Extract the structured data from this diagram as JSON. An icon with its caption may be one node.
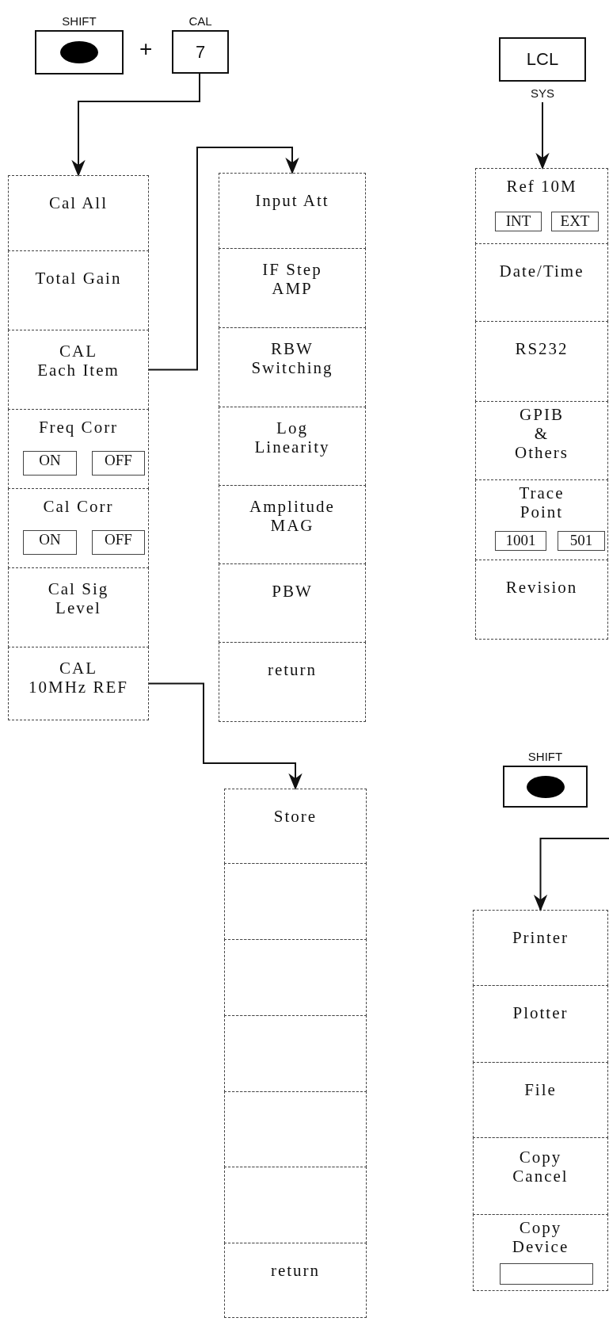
{
  "diagram": {
    "nodes": [
      {
        "text": [
          "SHIFT"
        ]
      },
      {
        "text": [
          "CAL",
          "7"
        ]
      },
      {
        "text": [
          "LCL",
          "SYS"
        ]
      },
      {
        "text": [
          "Cal All"
        ]
      },
      {
        "text": [
          "Total Gain"
        ]
      },
      {
        "text": [
          "CAL Each Item"
        ]
      },
      {
        "text": [
          "Freq Corr"
        ]
      },
      {
        "text": [
          "ON"
        ],
        "in": 6
      },
      {
        "text": [
          "OFF"
        ],
        "in": 6
      },
      {
        "text": [
          "Cal Corr"
        ]
      },
      {
        "text": [
          "ON"
        ],
        "in": 9
      },
      {
        "text": [
          "OFF"
        ],
        "in": 9
      },
      {
        "text": [
          "Cal Sig Level"
        ]
      },
      {
        "text": [
          "CAL 10MHz REF"
        ]
      },
      {
        "text": [
          "Input Att"
        ]
      },
      {
        "text": [
          "IF Step AMP"
        ]
      },
      {
        "text": [
          "RBW Switching"
        ]
      },
      {
        "text": [
          "Log Linearity"
        ]
      },
      {
        "text": [
          "Amplitude MAG"
        ]
      },
      {
        "text": [
          "PBW"
        ]
      },
      {
        "text": [
          "return"
        ]
      },
      {
        "text": [
          "Ref 10M"
        ]
      },
      {
        "text": [
          "INT"
        ],
        "in": 21
      },
      {
        "text": [
          "EXT"
        ],
        "in": 21
      },
      {
        "text": [
          "Date/Time"
        ]
      },
      {
        "text": [
          "RS232"
        ]
      },
      {
        "text": [
          "GPIB & Others"
        ]
      },
      {
        "text": [
          "Trace Point"
        ]
      },
      {
        "text": [
          "1001"
        ],
        "in": 27
      },
      {
        "text": [
          "501"
        ],
        "in": 27
      },
      {
        "text": [
          "Revision"
        ]
      },
      {
        "text": [
          "Store"
        ]
      },
      {
        "text": [],
        "shape": "box"
      },
      {
        "text": [],
        "shape": "box"
      },
      {
        "text": [],
        "shape": "box"
      },
      {
        "text": [],
        "shape": "box"
      },
      {
        "text": [],
        "shape": "box"
      },
      {
        "text": [
          "return"
        ]
      },
      {
        "text": [
          "SHIFT"
        ]
      },
      {
        "text": [
          "Printer"
        ]
      },
      {
        "text": [
          "Plotter"
        ]
      },
      {
        "text": [
          "File"
        ]
      },
      {
        "text": [
          "Copy Cancel"
        ]
      },
      {
        "text": [
          "Copy Device"
        ]
      },
      {
        "text": [],
        "shape": "box",
        "in": 43
      }
    ],
    "edges": [
      {
        "from": 1,
        "to": 3,
        "arrow": "to"
      },
      {
        "from": 2,
        "to": 21,
        "arrow": "to"
      },
      {
        "from": 5,
        "to": 14,
        "arrow": "to"
      },
      {
        "from": 13,
        "to": 31,
        "arrow": "to"
      },
      {
        "from": null,
        "to": 39,
        "arrow": "to"
      }
    ],
    "labels": [
      "+"
    ]
  }
}
